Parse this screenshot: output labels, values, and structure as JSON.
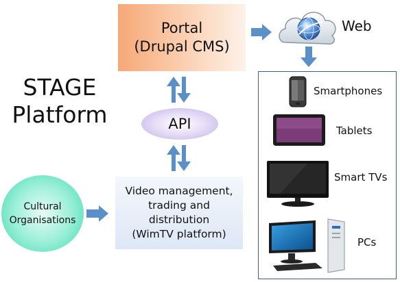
{
  "portal": {
    "line1": "Portal",
    "line2": "(Drupal CMS)"
  },
  "stage": {
    "line1": "STAGE",
    "line2": "Platform"
  },
  "api": {
    "label": "API"
  },
  "video_box": {
    "lines": [
      "Video management,",
      "trading and",
      "distribution",
      "(WimTV platform)"
    ]
  },
  "cultural": {
    "line1": "Cultural",
    "line2": "Organisations"
  },
  "web": {
    "label": "Web"
  },
  "devices": [
    {
      "label": "Smartphones",
      "icon": "smartphone-icon"
    },
    {
      "label": "Tablets",
      "icon": "tablet-icon"
    },
    {
      "label": "Smart TVs",
      "icon": "tv-icon"
    },
    {
      "label": "PCs",
      "icon": "pc-icon"
    }
  ],
  "colors": {
    "arrow": "#5b8fc7",
    "border": "#3f5f7f"
  }
}
